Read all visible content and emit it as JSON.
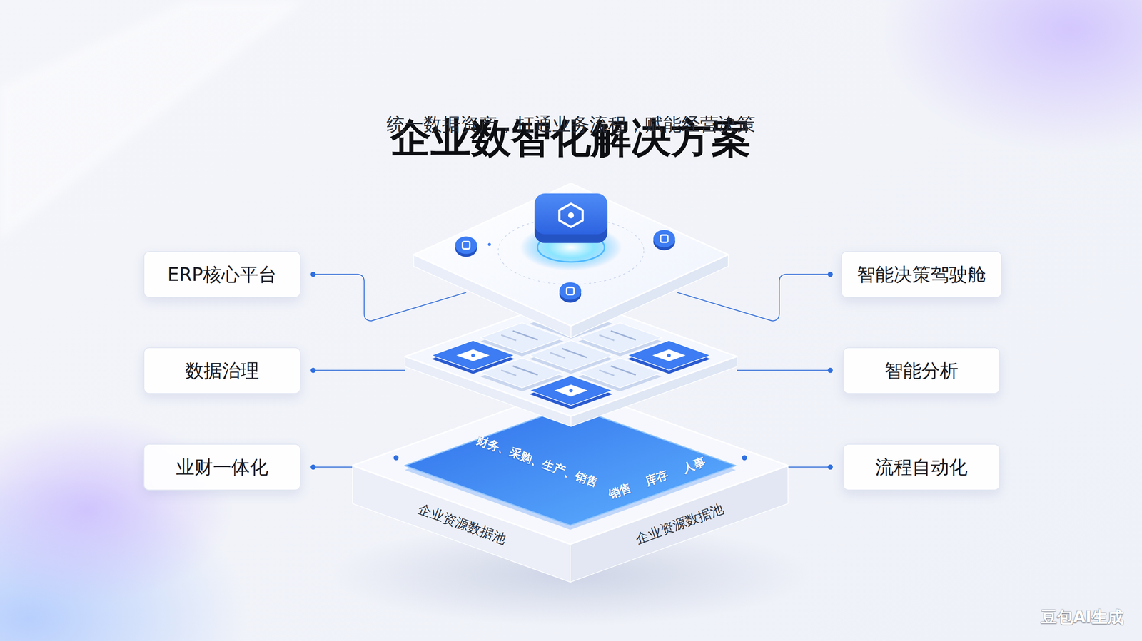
{
  "diagram": {
    "title": "企业数智化解决方案",
    "nodes": [
      {
        "text": [
          "ERP核心平台"
        ]
      },
      {
        "text": [
          "智能决策驾驶舱"
        ]
      },
      {
        "text": [
          "数据治理"
        ]
      },
      {
        "text": [
          "智能分析"
        ]
      },
      {
        "text": [
          "业财一体化"
        ]
      },
      {
        "text": [
          "流程自动化"
        ]
      }
    ],
    "labels": [
      "统一数据资产，打通业务流程，赋能经营决策",
      "财务、采购、生产、销售",
      "销售",
      "库存",
      "人事",
      "企业资源数据池",
      "企业资源数据池",
      "豆包AI生成"
    ]
  }
}
